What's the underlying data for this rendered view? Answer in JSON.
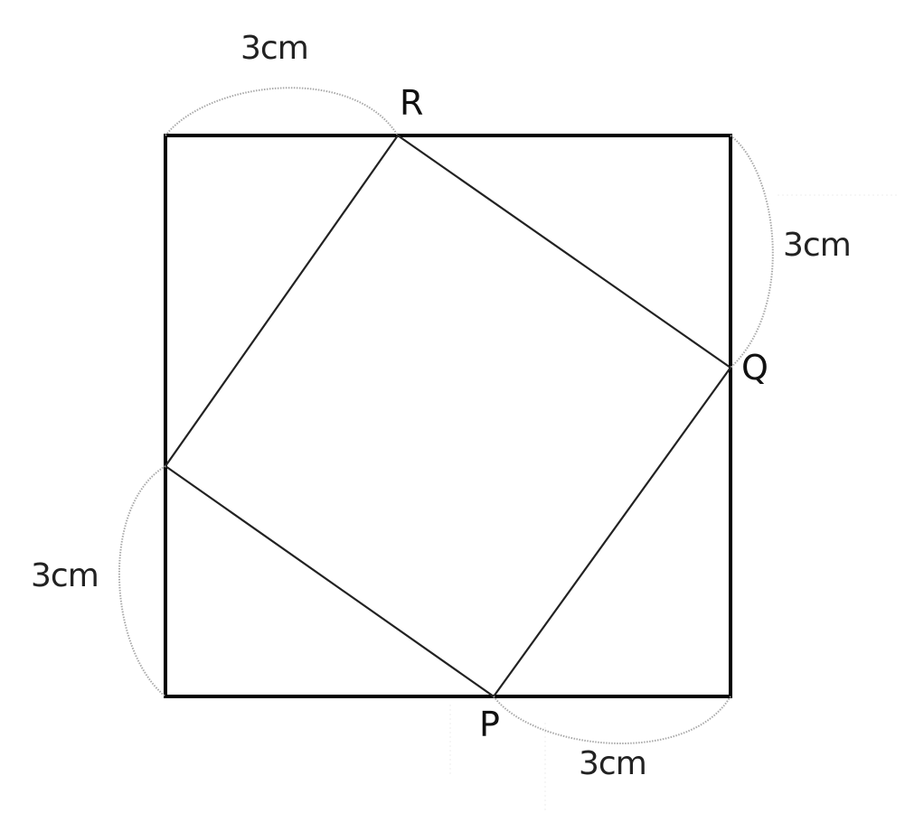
{
  "points": {
    "R": "R",
    "Q": "Q",
    "P": "P"
  },
  "dimensions": {
    "top": "3cm",
    "right": "3cm",
    "left": "3cm",
    "bottom": "3cm"
  },
  "colors": {
    "outer_square": "#000000",
    "inner_square": "#222222",
    "dimension_arc": "#a8a8a8",
    "text": "#111111"
  }
}
